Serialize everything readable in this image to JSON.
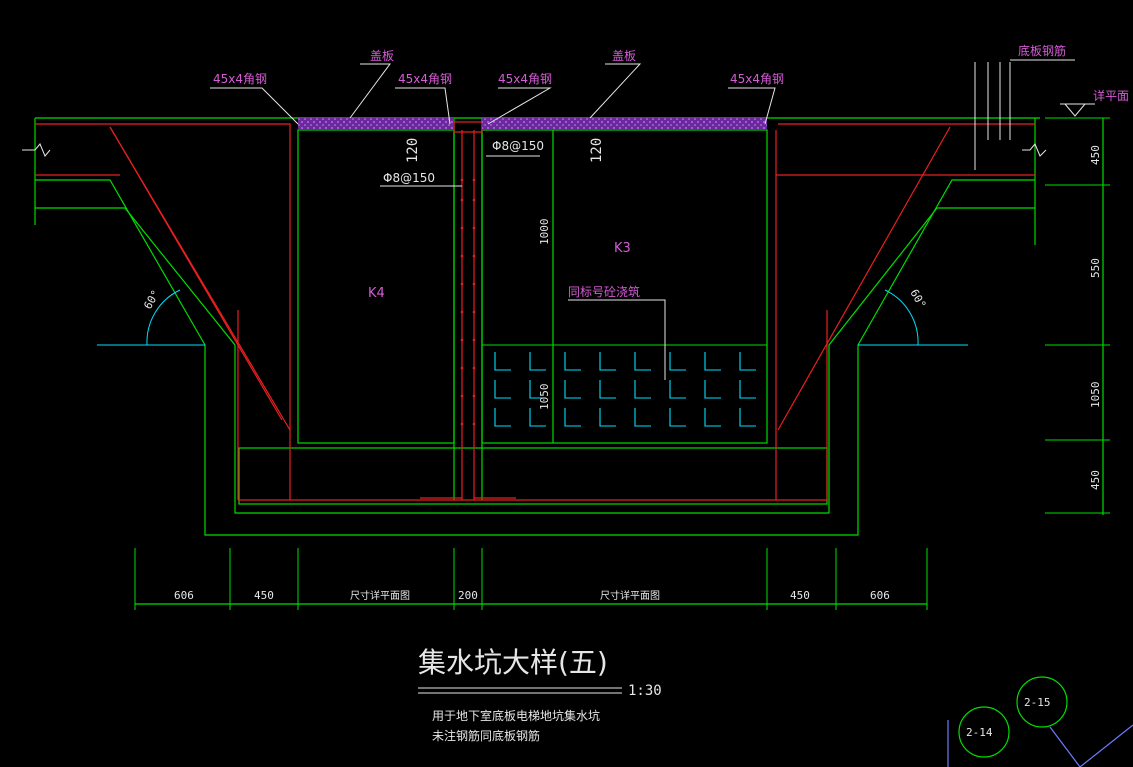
{
  "drawing": {
    "title": "集水坑大样(五)",
    "scale": "1:30",
    "note_line1": "用于地下室底板电梯地坑集水坑",
    "note_line2": "未注钢筋同底板钢筋"
  },
  "labels": {
    "cover_plate_left": "盖板",
    "cover_plate_right": "盖板",
    "angle_steel_1": "45x4角钢",
    "angle_steel_2": "45x4角钢",
    "angle_steel_3": "45x4角钢",
    "angle_steel_4": "45x4角钢",
    "bottom_rebar": "底板钢筋",
    "level_mark": "详平面",
    "rebar_1": "Φ8@150",
    "rebar_2": "Φ8@150",
    "pit_k4": "K4",
    "pit_k3": "K3",
    "concrete_note": "同标号砼浇筑",
    "angle_left": "60°",
    "angle_right": "60°",
    "dim_120_left": "120",
    "dim_120_right": "120",
    "dim_1000": "1000",
    "dim_1050_inner": "1050"
  },
  "dimensions": {
    "bottom": [
      "606",
      "450",
      "尺寸详平面图",
      "200",
      "尺寸详平面图",
      "450",
      "606"
    ],
    "right": [
      "450",
      "550",
      "1050",
      "450"
    ]
  },
  "callouts": [
    "2-14",
    "2-15"
  ],
  "colors": {
    "background": "#000000",
    "structure": "#00dd00",
    "rebar": "#e82020",
    "annotation": "#d65bd6",
    "fill_cyan": "#00e0ff",
    "dimension": "#e6e6e6"
  }
}
